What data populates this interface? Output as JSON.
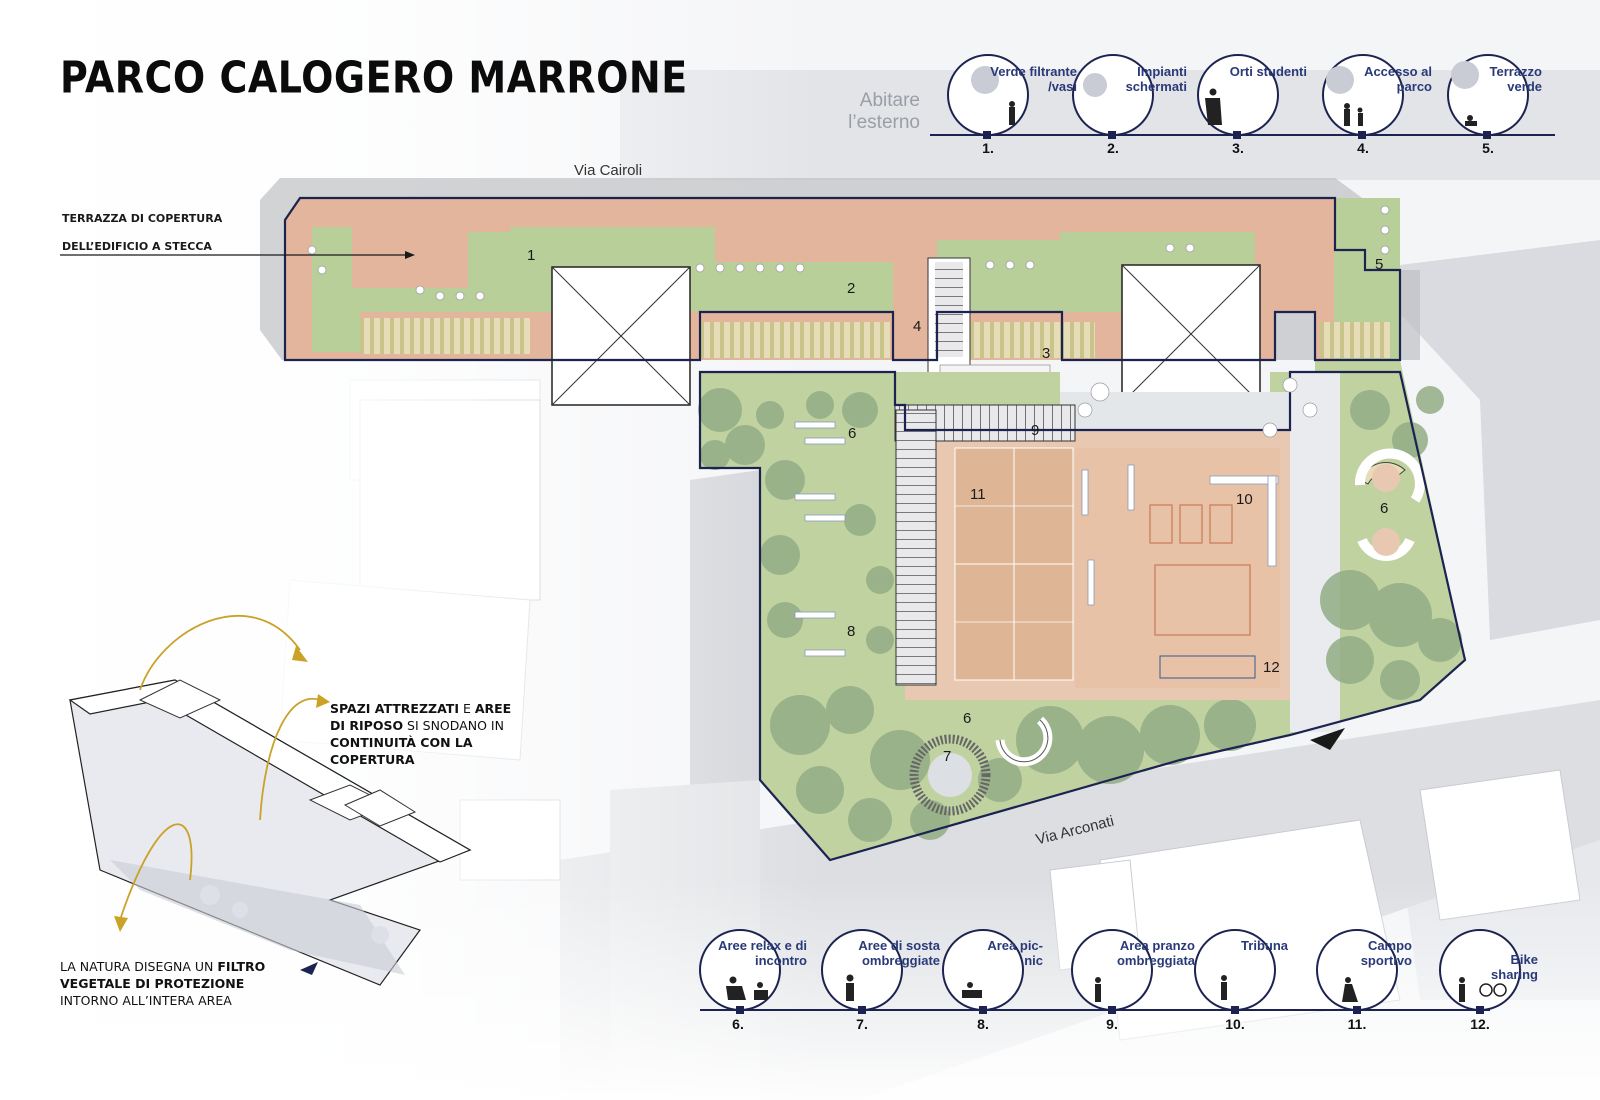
{
  "title": "PARCO CALOGERO MARRONE",
  "abitare": {
    "line1": "Abitare",
    "line2": "l’esterno"
  },
  "streets": {
    "north": "Via Cairoli",
    "south": "Via Arconati"
  },
  "annotation": {
    "line1": "TERRAZZA DI COPERTURA",
    "line2": "DELL’EDIFICIO A STECCA"
  },
  "callout_top": {
    "bold1": "SPAZI ATTREZZATI",
    "text1": " E ",
    "bold2": "AREE DI RIPOSO",
    "text2": " SI SNODANO IN ",
    "bold3": "CONTINUITÀ CON LA COPERTURA"
  },
  "callout_bottom": {
    "text1": "LA NATURA DISEGNA UN ",
    "bold1": "FILTRO VEGETALE DI PROTEZIONE",
    "text2": " INTORNO ALL’INTERA AREA"
  },
  "zone_numbers": [
    "1",
    "2",
    "3",
    "4",
    "5",
    "6",
    "6",
    "6",
    "7",
    "8",
    "9",
    "10",
    "11",
    "12"
  ],
  "top_icons": [
    {
      "label": "Verde filtrante /vasi",
      "num": "1."
    },
    {
      "label": "Impianti schermati",
      "num": "2."
    },
    {
      "label": "Orti studenti",
      "num": "3."
    },
    {
      "label": "Accesso al parco",
      "num": "4."
    },
    {
      "label": "Terrazzo verde",
      "num": "5."
    }
  ],
  "bottom_icons": [
    {
      "label": "Aree relax e di incontro",
      "num": "6."
    },
    {
      "label": "Aree di sosta ombreggiate",
      "num": "7."
    },
    {
      "label": "Area pic-nic",
      "num": "8."
    },
    {
      "label": "Area pranzo ombreggiata",
      "num": "9."
    },
    {
      "label": "Tribuna",
      "num": "10."
    },
    {
      "label": "Campo sportivo",
      "num": "11."
    },
    {
      "label": "Bike sharing",
      "num": "12."
    }
  ],
  "colors": {
    "navy": "#2a3a78",
    "outline": "#1c2350",
    "terrace": "#e3b59c",
    "green": "#b9cf9a",
    "tree": "#93ad86",
    "court": "#deb595",
    "building": "#ffffff",
    "street_gray": "#d6d8dd",
    "arrow_gold": "#c9a227"
  }
}
